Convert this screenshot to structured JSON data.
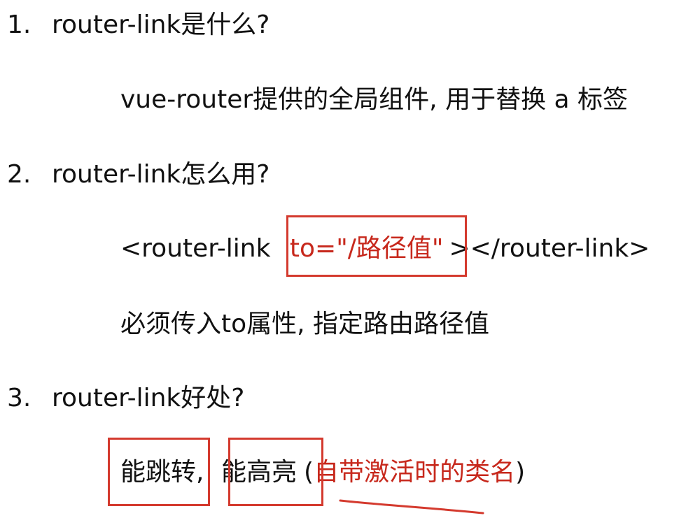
{
  "sections": [
    {
      "number": "1.",
      "question": "router-link是什么?",
      "answer": "vue-router提供的全局组件, 用于替换 a 标签"
    },
    {
      "number": "2.",
      "question": "router-link怎么用?",
      "code_open": "<router-link ",
      "code_attr": "to=\"/路径值\"",
      "code_close": "></router-link>",
      "note": "必须传入to属性, 指定路由路径值"
    },
    {
      "number": "3.",
      "question": "router-link好处?",
      "benefit_1": "能跳转",
      "separator": ",",
      "benefit_2": "能高亮",
      "paren_open": "(",
      "detail": "自带激活时的类名",
      "paren_close": ")"
    }
  ],
  "colors": {
    "text": "#111111",
    "highlight_text": "#c7281c",
    "annotation_box": "#d43a2e"
  }
}
